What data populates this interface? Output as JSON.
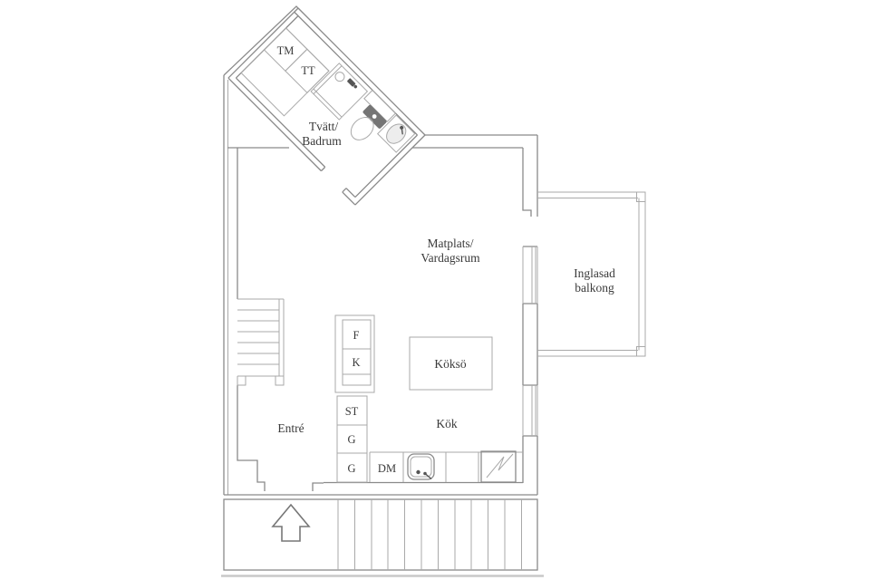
{
  "colors": {
    "wall": "#8a8a8a",
    "wall-light": "#a9a9a9",
    "text": "#3a3a3a",
    "fixture": "#ededed",
    "tank": "#757575",
    "shadow": "#c8c8c8",
    "bg": "#ffffff"
  },
  "floor_plan": {
    "bathroom": {
      "appliance_tm": "TM",
      "appliance_tt": "TT",
      "name_line1": "Tvätt/",
      "name_line2": "Badrum"
    },
    "living_room": {
      "name_line1": "Matplats/",
      "name_line2": "Vardagsrum"
    },
    "balcony": {
      "name_line1": "Inglasad",
      "name_line2": "balkong"
    },
    "entry": {
      "name": "Entré"
    },
    "kitchen": {
      "name": "Kök",
      "island": "Köksö",
      "dishwasher": "DM",
      "cabinets": [
        {
          "label": "F"
        },
        {
          "label": "K"
        },
        {
          "label": "ST"
        },
        {
          "label": "G"
        },
        {
          "label": "G"
        }
      ]
    }
  }
}
